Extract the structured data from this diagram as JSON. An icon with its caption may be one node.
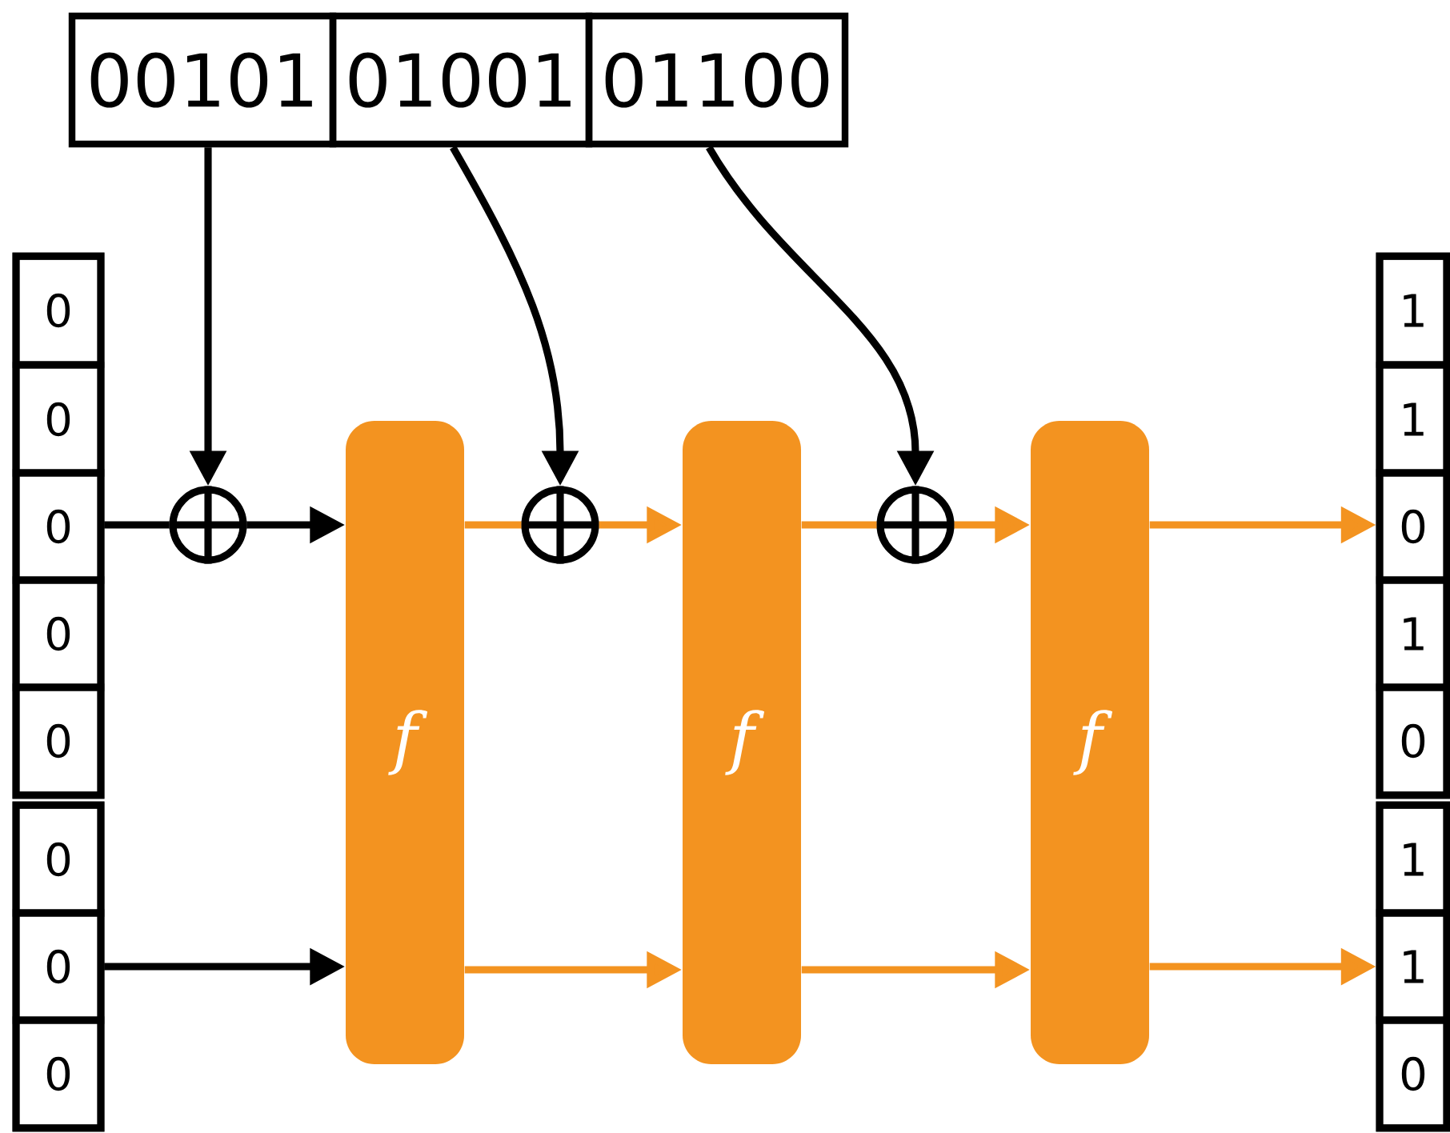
{
  "diagram": {
    "nodes": [
      {
        "text": [
          "00101"
        ]
      },
      {
        "text": [
          "01001"
        ]
      },
      {
        "text": [
          "01100"
        ]
      },
      {
        "text": [
          "0"
        ]
      },
      {
        "text": [
          "0"
        ]
      },
      {
        "text": [
          "0"
        ]
      },
      {
        "text": [
          "0"
        ]
      },
      {
        "text": [
          "0"
        ]
      },
      {
        "text": [
          "0"
        ]
      },
      {
        "text": [
          "0"
        ]
      },
      {
        "text": [
          "0"
        ]
      },
      {
        "text": [],
        "shape": "circle"
      },
      {
        "text": [],
        "shape": "circle"
      },
      {
        "text": [],
        "shape": "circle"
      },
      {
        "text": [
          "f"
        ]
      },
      {
        "text": [
          "f"
        ]
      },
      {
        "text": [
          "f"
        ]
      },
      {
        "text": [
          "1"
        ]
      },
      {
        "text": [
          "1"
        ]
      },
      {
        "text": [
          "0"
        ]
      },
      {
        "text": [
          "1"
        ]
      },
      {
        "text": [
          "0"
        ]
      },
      {
        "text": [
          "1"
        ]
      },
      {
        "text": [
          "1"
        ]
      },
      {
        "text": [
          "0"
        ]
      }
    ],
    "edges": [
      {
        "from": 0,
        "to": 11,
        "arrow": "to",
        "color": "#000000"
      },
      {
        "from": 1,
        "to": 12,
        "arrow": "to",
        "color": "#000000"
      },
      {
        "from": 2,
        "to": 13,
        "arrow": "to",
        "color": "#000000"
      },
      {
        "from": 5,
        "to": 11,
        "arrow": "none",
        "color": "#000000"
      },
      {
        "from": 11,
        "to": 14,
        "arrow": "to",
        "color": "#000000"
      },
      {
        "from": 9,
        "to": 14,
        "arrow": "to",
        "color": "#000000"
      },
      {
        "from": 14,
        "to": 12,
        "arrow": "none"
      },
      {
        "from": 12,
        "to": 15,
        "arrow": "to"
      },
      {
        "from": 15,
        "to": 13,
        "arrow": "none"
      },
      {
        "from": 13,
        "to": 16,
        "arrow": "to"
      },
      {
        "from": 16,
        "to": 19,
        "arrow": "to"
      },
      {
        "from": 14,
        "to": 15,
        "arrow": "to"
      },
      {
        "from": 15,
        "to": 16,
        "arrow": "to"
      },
      {
        "from": 16,
        "to": 23,
        "arrow": "to"
      }
    ]
  }
}
